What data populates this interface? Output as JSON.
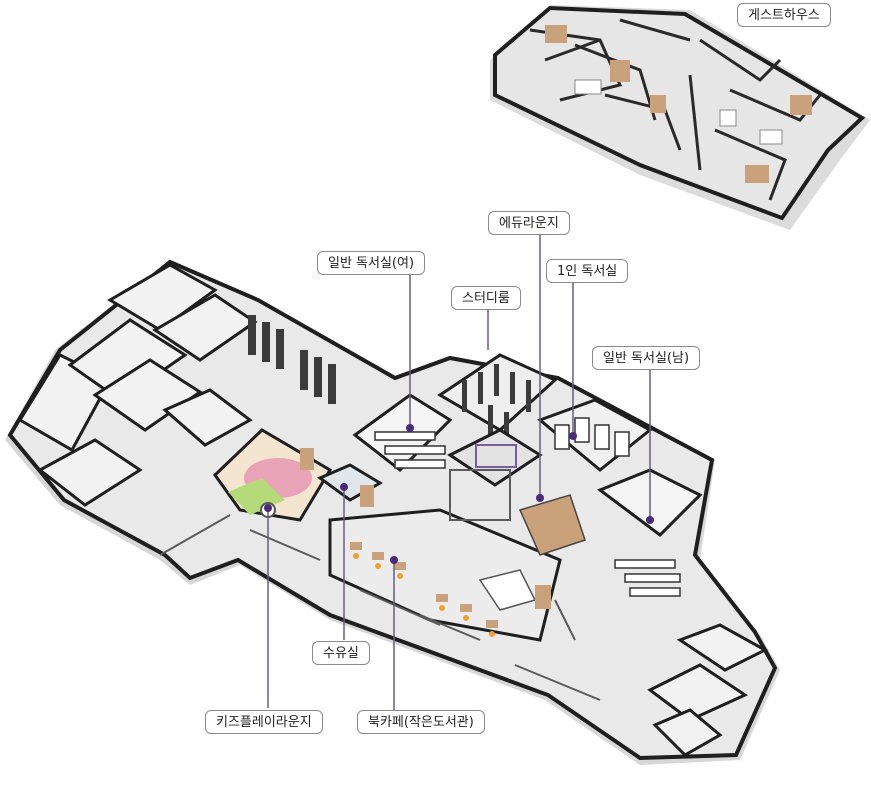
{
  "labels": {
    "guesthouse": "게스트하우스",
    "edu_lounge": "에듀라운지",
    "general_reading_female": "일반 독서실(여)",
    "single_reading": "1인 독서실",
    "study_room": "스터디룸",
    "general_reading_male": "일반 독서실(남)",
    "nursing_room": "수유실",
    "kids_play_lounge": "키즈플레이라운지",
    "book_cafe": "북카페(작은도서관)"
  },
  "colors": {
    "wall": "#1f1f1f",
    "floor": "#e9e9e9",
    "wall_face": "#f5f5f5",
    "partition": "#3b3b3b",
    "wood": "#c9a27b",
    "kids_floor": "#f3e5cf",
    "ball_pit": "#e8a3b8",
    "marker": "#4b2a7a",
    "leader": "#6b5a8a",
    "label_border": "#8a8a8a"
  }
}
